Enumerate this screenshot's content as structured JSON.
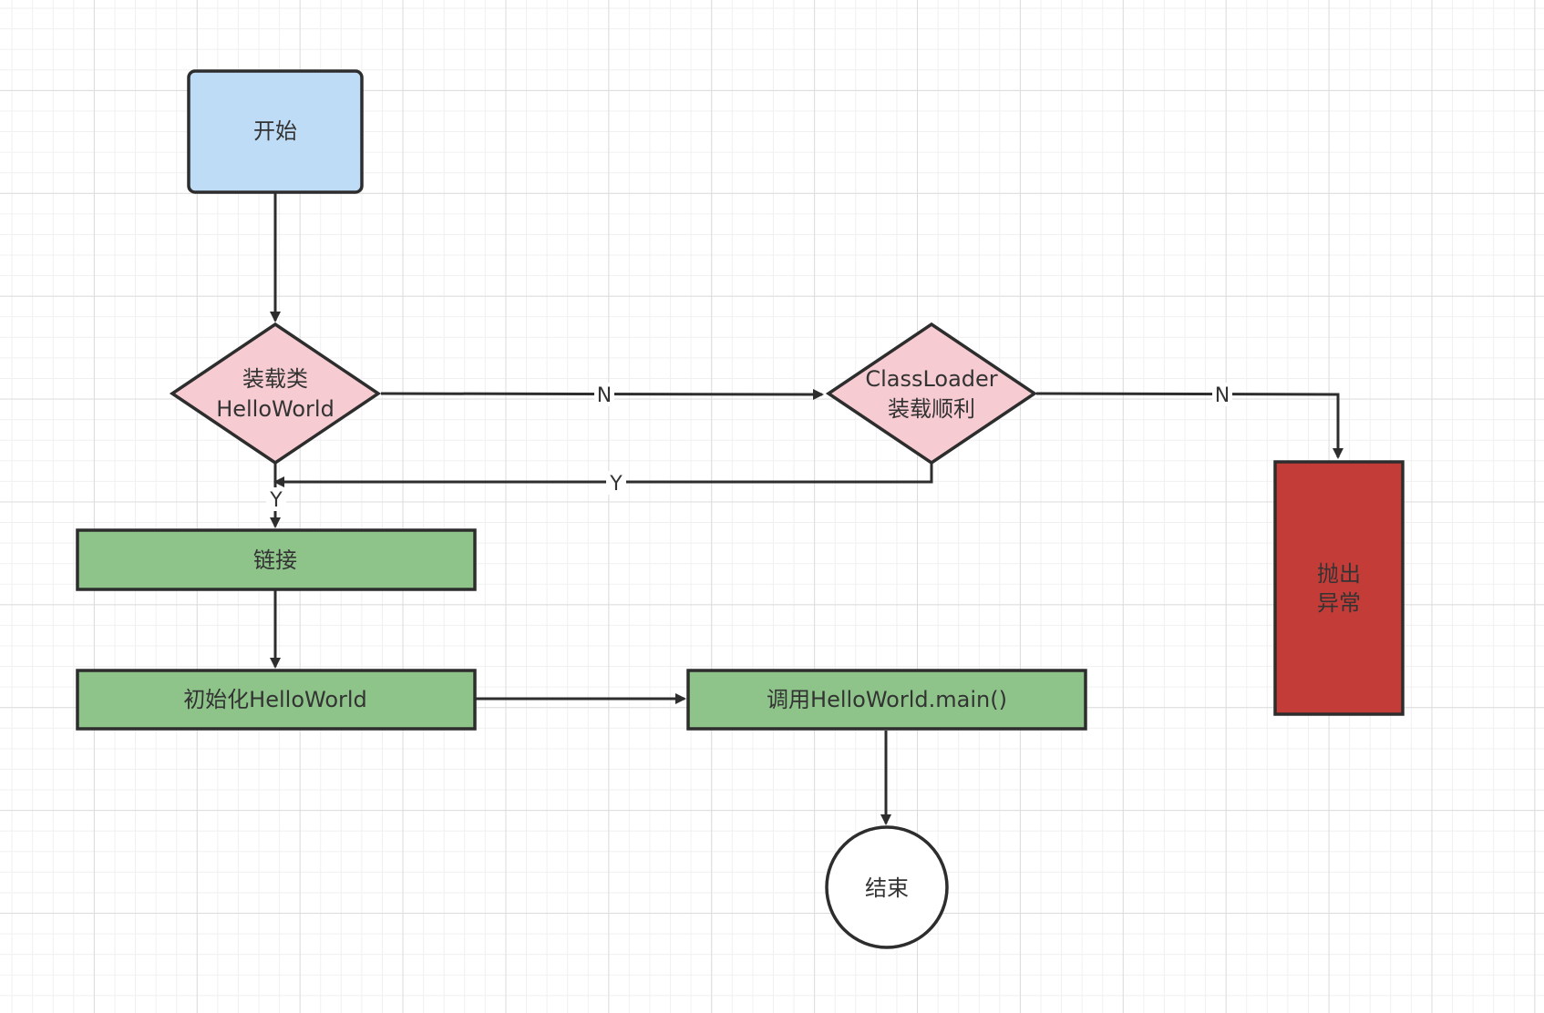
{
  "colors": {
    "start": "#bfdcf6",
    "decision": "#f6ccd2",
    "process": "#8ec48a",
    "error": "#c43c38",
    "end": "#ffffff",
    "stroke": "#2d2d2d"
  },
  "nodes": {
    "start": {
      "label": "开始"
    },
    "load_class": {
      "line1": "装载类",
      "line2": "HelloWorld"
    },
    "classloader": {
      "line1": "ClassLoader",
      "line2": "装载顺利"
    },
    "link": {
      "label": "链接"
    },
    "init": {
      "label": "初始化HelloWorld"
    },
    "invoke": {
      "label": "调用HelloWorld.main()"
    },
    "end": {
      "label": "结束"
    },
    "throw": {
      "line1": "抛出",
      "line2": "异常"
    }
  },
  "edges": {
    "load_to_classloader": "N",
    "classloader_to_throw": "N",
    "classloader_back_to_load": "Y",
    "load_to_link": "Y"
  }
}
